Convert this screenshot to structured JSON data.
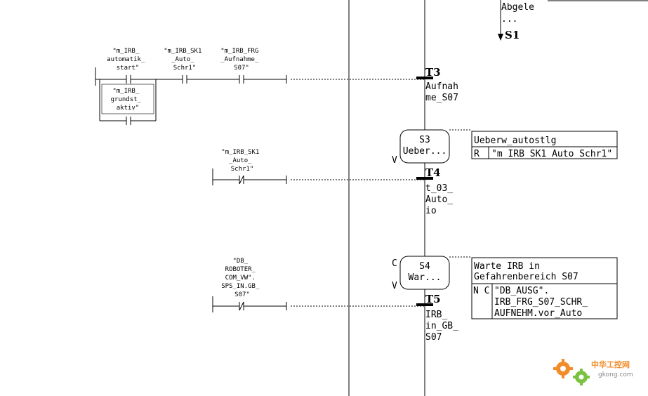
{
  "top": {
    "action_frag": "Abgele",
    "dots": "...",
    "step": "S1"
  },
  "t3": {
    "contact1": [
      "\"m_IRB_",
      "automatik_",
      "start\""
    ],
    "contact2": [
      "\"m_IRB_SK1",
      "_Auto_",
      "Schr1\""
    ],
    "contact3": [
      "\"m_IRB_FRG",
      "_Aufnahme_",
      "S07\""
    ],
    "contact4": [
      "\"m_IRB_",
      "grundst_",
      "aktiv\""
    ],
    "label": "T3",
    "name": [
      "Aufnah",
      "me_S07"
    ]
  },
  "s3": {
    "step": "S3",
    "name": "Ueber...",
    "flag_v": "V",
    "action_title": "Ueberw_autostlg",
    "qualifier": "R",
    "action": "\"m_IRB_SK1_Auto_Schr1\""
  },
  "t4": {
    "contact": [
      "\"m_IRB_SK1",
      "_Auto_",
      "Schr1\""
    ],
    "label": "T4",
    "name": [
      "t_03_",
      "Auto_",
      "io"
    ]
  },
  "s4": {
    "step": "S4",
    "name": "War...",
    "flag_c": "C",
    "flag_v": "V",
    "action_title": [
      "Warte IRB in",
      "Gefahrenbereich S07"
    ],
    "qualifier": "N C",
    "action": [
      "\"DB_AUSG\".",
      "IRB_FRG_S07_SCHR_",
      "AUFNEHM.vor_Auto"
    ]
  },
  "t5": {
    "contact": [
      "\"DB_",
      "ROBOTER_",
      "COM_VW\".",
      "SPS_IN.GB_",
      "S07\""
    ],
    "label": "T5",
    "name": [
      "IRB_",
      "in_GB_",
      "S07"
    ]
  },
  "watermark": {
    "brand": "中华工控网",
    "site": "gkong.com"
  },
  "colors": {
    "line": "#000000",
    "watermark_orange": "#f28c28",
    "watermark_green": "#7cc242"
  }
}
